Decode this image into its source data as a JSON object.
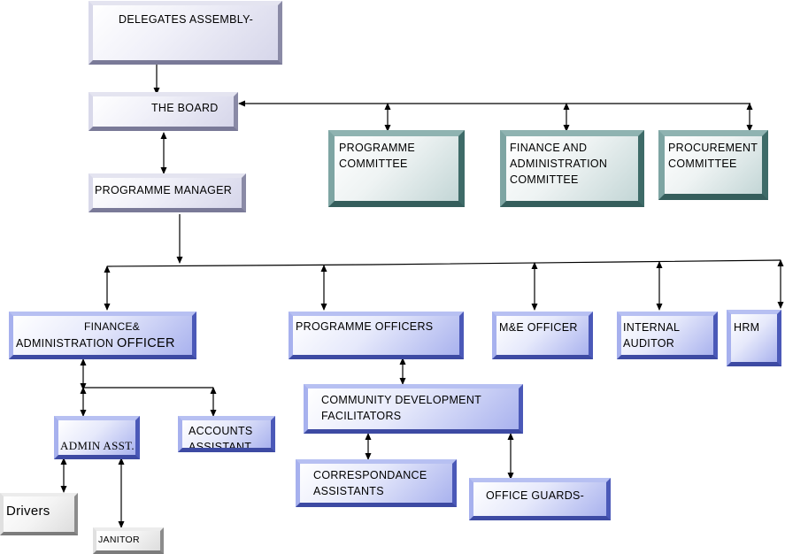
{
  "nodes": {
    "delegates_assembly": "DELEGATES  ASSEMBLY-",
    "the_board": "THE  BOARD",
    "programme_manager": "PROGRAMME  MANAGER",
    "programme_committee": "PROGRAMME\nCOMMITTEE",
    "finance_admin_committee": "FINANCE AND\nADMINISTRATION\nCOMMITTEE",
    "procurement_committee": "PROCUREMENT\nCOMMITTEE",
    "finance_admin_officer_line1": "FINANCE&",
    "finance_admin_officer_line2a": "ADMINISTRATION ",
    "finance_admin_officer_line2b": "OFFICER",
    "programme_officers": "PROGRAMME  OFFICERS",
    "me_officer": "M&E OFFICER",
    "internal_auditor": "INTERNAL\nAUDITOR",
    "hrm": "HRM",
    "community_dev_facilitators": "COMMUNITY  DEVELOPMENT\nFACILITATORS",
    "admin_asst": "ADMIN ASST.",
    "accounts_assistant": "ACCOUNTS\nASSISTANT",
    "correspondance_assistants": "CORRESPONDANCE\nASSISTANTS",
    "office_guards": "OFFICE GUARDS-",
    "drivers": "Drivers",
    "janitor": "JANITOR"
  }
}
